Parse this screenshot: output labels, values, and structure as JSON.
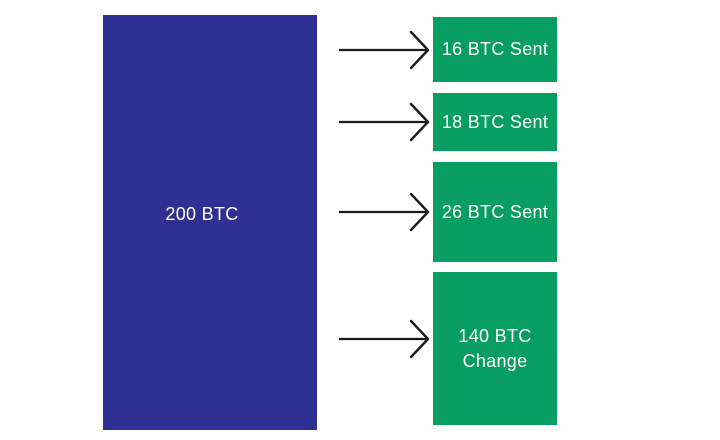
{
  "diagram": {
    "type": "bitcoin-transaction-flow",
    "colors": {
      "input_blue": "#2E3192",
      "output_green": "#089E61",
      "arrow_black": "#1C1C1C",
      "label_white": "#FFFFFF",
      "background": "#FFFFFF"
    },
    "input": {
      "label": "200 BTC",
      "value_btc": 200
    },
    "outputs": [
      {
        "label": "16 BTC Sent",
        "value_btc": 16
      },
      {
        "label": "18 BTC Sent",
        "value_btc": 18
      },
      {
        "label": "26 BTC Sent",
        "value_btc": 26
      },
      {
        "label": "140 BTC Change",
        "value_btc": 140,
        "lines": [
          "140 BTC",
          "Change"
        ]
      }
    ]
  }
}
